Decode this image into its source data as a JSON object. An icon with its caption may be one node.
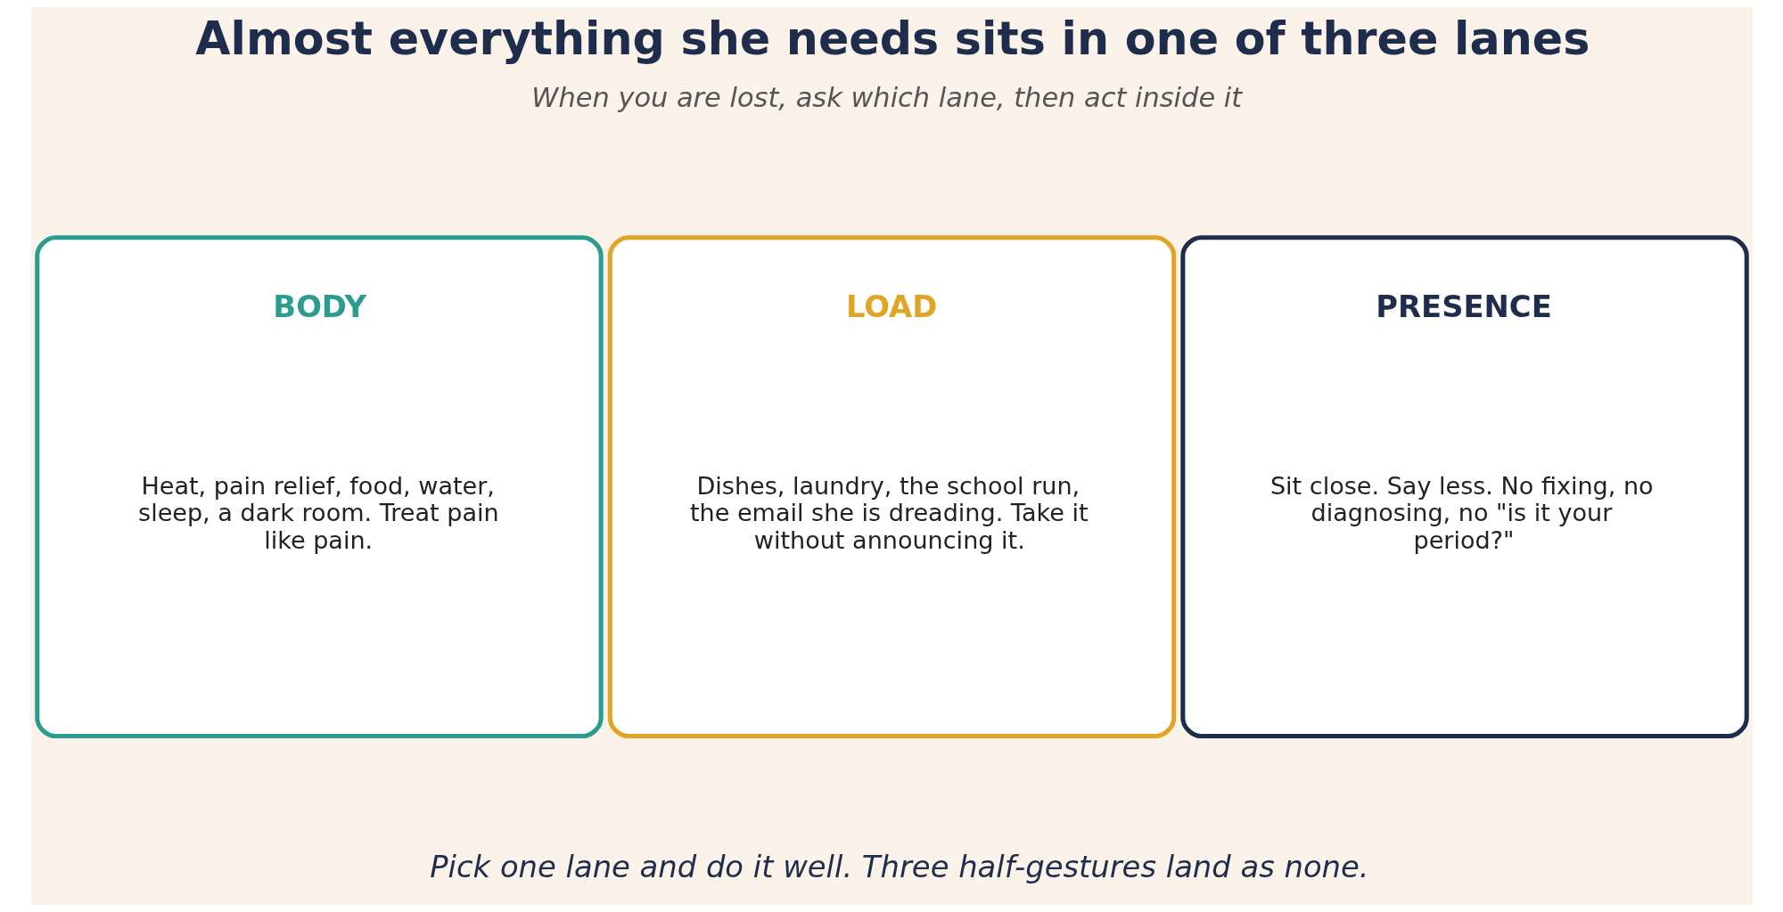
{
  "diagram": {
    "title": "Almost everything she needs sits in one of three lanes",
    "nodes": [
      {
        "text": [
          "BODY",
          "Heat, pain relief, food, water, sleep, a dark room. Treat pain like pain."
        ]
      },
      {
        "text": [
          "LOAD",
          "Dishes, laundry, the school run, the email she is dreading. Take it without announcing it."
        ]
      },
      {
        "text": [
          "PRESENCE",
          "Sit close. Say less. No fixing, no diagnosing, no \"is it your period?\""
        ]
      }
    ],
    "edges": [],
    "labels": [
      "When you are lost, ask which lane, then act inside it",
      "Pick one lane and do it well. Three half-gestures land as none."
    ]
  }
}
